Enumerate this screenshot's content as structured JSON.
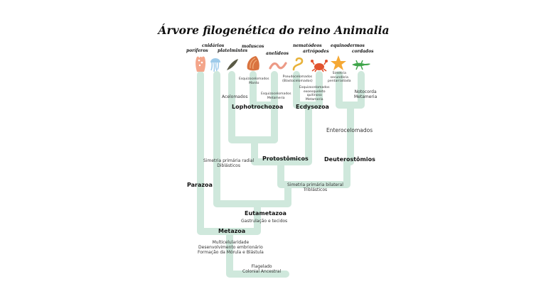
{
  "title": "Árvore filogenética do reino Animalia",
  "taxa": [
    "poríferos",
    "cnidários",
    "platelmintes",
    "moluscos",
    "anelídeos",
    "nematódeos",
    "artrópodes",
    "equinodermos",
    "cordados"
  ],
  "clades": {
    "parazoa": "Parazoa",
    "eutametazoa": "Eutametazoa",
    "metazoa": "Metazoa",
    "protostomios": "Protostômicos",
    "deuterostomios": "Deuterostômios",
    "lophotrochozoa": "Lophotrochozoa",
    "ecdysozoa": "Ecdysozoa"
  },
  "traits": {
    "acelomados": "Acelomados",
    "esquizo_manto": [
      "Esquizocelomados",
      "Manto"
    ],
    "esquizo_metameria": [
      "Esquizocelomados",
      "Metameria"
    ],
    "pseudo": [
      "Pseudocelomados",
      "(Blastocelomados)"
    ],
    "esquizo_exo": [
      "Esquizocelomados",
      "exoesqueleto",
      "quitinoso",
      "Metameria"
    ],
    "simetria_sec": [
      "Simetria",
      "secundária",
      "pentarradiada"
    ],
    "notocorda": [
      "Notocorda",
      "Metameria"
    ],
    "enterocelomados": "Enterocelomados",
    "radial": [
      "Simetria primária radial",
      "Diblásticos"
    ],
    "bilateral": [
      "Simetria primária bilateral",
      "Triblásticos"
    ],
    "gastrulacao": "Gastrulação e tecidos",
    "metazoa": [
      "Multicelularidade",
      "Desenvolvimento embrionário",
      "Formação da Mórula e Blástula"
    ],
    "root": [
      "Flagelado",
      "Colonial Ancestral"
    ]
  },
  "icons": [
    "sponge-icon",
    "jellyfish-icon",
    "flatworm-icon",
    "snail-shell-icon",
    "earthworm-icon",
    "roundworm-icon",
    "crab-icon",
    "starfish-icon",
    "lizard-icon"
  ],
  "colors": {
    "branch": "#cfe8dc",
    "sponge": "#f4a58a",
    "jellyfish": "#9ecbea",
    "flatworm": "#5a5a46",
    "shell": "#d9733f",
    "worm": "#ec9a86",
    "roundworm": "#e8b23a",
    "crab": "#e2532f",
    "starfish": "#f5a834",
    "lizard": "#3fa54a"
  }
}
